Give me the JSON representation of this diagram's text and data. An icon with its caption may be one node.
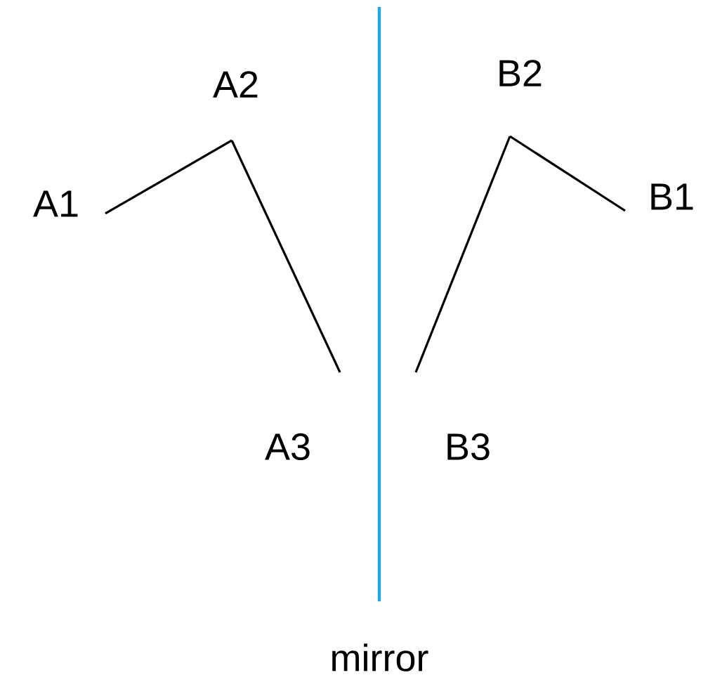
{
  "diagram": {
    "nodes": [
      {
        "text": [
          "A1"
        ]
      },
      {
        "text": [
          "A2"
        ]
      },
      {
        "text": [
          "A3"
        ]
      },
      {
        "text": [
          "B2"
        ]
      },
      {
        "text": [
          "B1"
        ]
      },
      {
        "text": [
          "B3"
        ]
      }
    ],
    "edges": [
      {
        "from": 0,
        "to": 1,
        "arrow": "none"
      },
      {
        "from": 1,
        "to": 2,
        "arrow": "none"
      },
      {
        "from": 3,
        "to": 4,
        "arrow": "none"
      },
      {
        "from": 3,
        "to": 5,
        "arrow": "none"
      }
    ],
    "labels": [
      "mirror"
    ]
  }
}
